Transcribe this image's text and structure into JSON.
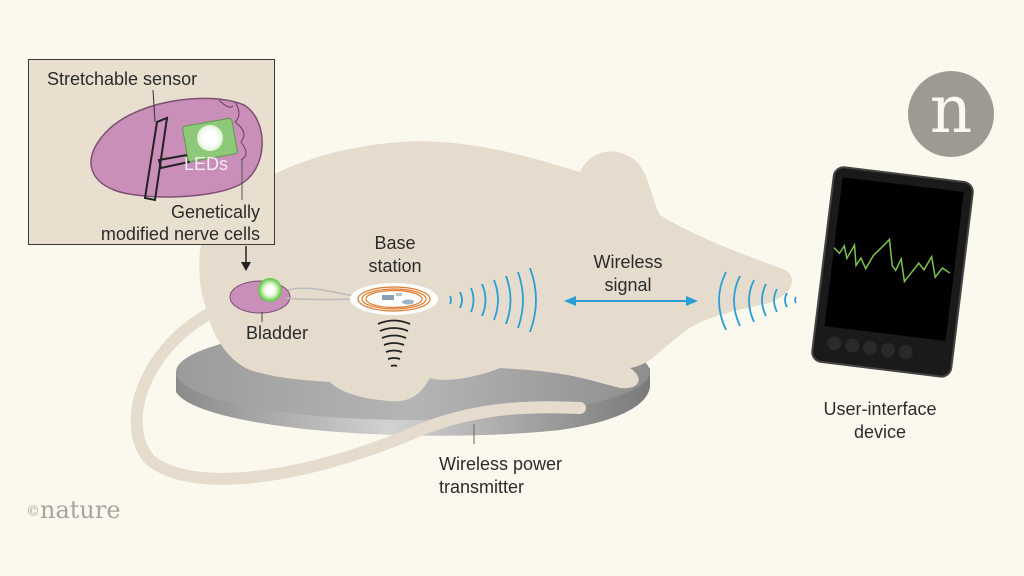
{
  "figure": {
    "publisher_logo_letter": "n",
    "credit_symbol": "©",
    "credit_text": "nature"
  },
  "inset": {
    "title": "Stretchable sensor",
    "leds_label": "LEDs",
    "nerve_label_line1": "Genetically",
    "nerve_label_line2": "modified nerve cells"
  },
  "labels": {
    "bladder": "Bladder",
    "base_station_line1": "Base",
    "base_station_line2": "station",
    "wireless_signal_line1": "Wireless",
    "wireless_signal_line2": "signal",
    "ui_device_line1": "User-interface",
    "ui_device_line2": "device",
    "power_tx_line1": "Wireless power",
    "power_tx_line2": "transmitter"
  },
  "colors": {
    "background": "#fbf8ee",
    "rat": "#e6dccd",
    "bladder": "#c98fb8",
    "led_green": "#8ec97a",
    "signal_blue": "#2a9fd6",
    "coil_orange": "#e07a2e",
    "platform": "#a9a9a9",
    "screen_trace": "#7dc24b"
  }
}
